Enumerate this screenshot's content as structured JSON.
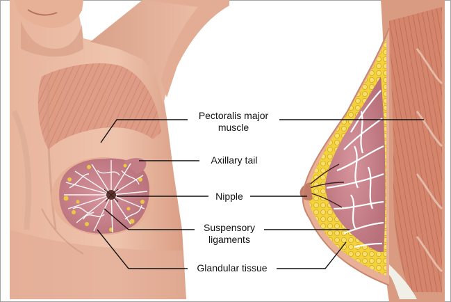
{
  "labels": {
    "pectoralis_major": "Pectoralis major muscle",
    "pectoralis_line1": "Pectoralis major",
    "pectoralis_line2": "muscle",
    "axillary_tail": "Axillary tail",
    "nipple": "Nipple",
    "suspensory_line1": "Suspensory",
    "suspensory_line2": "ligaments",
    "glandular_tissue": "Glandular tissue"
  },
  "colors": {
    "skin": "#e9b69e",
    "skin_dark": "#c98d74",
    "muscle": "#d98f78",
    "gland": "#c87a86",
    "fat": "#f2d23c",
    "ligament": "#ffffff",
    "leader_line": "#111111",
    "border": "#9a9a9a"
  }
}
